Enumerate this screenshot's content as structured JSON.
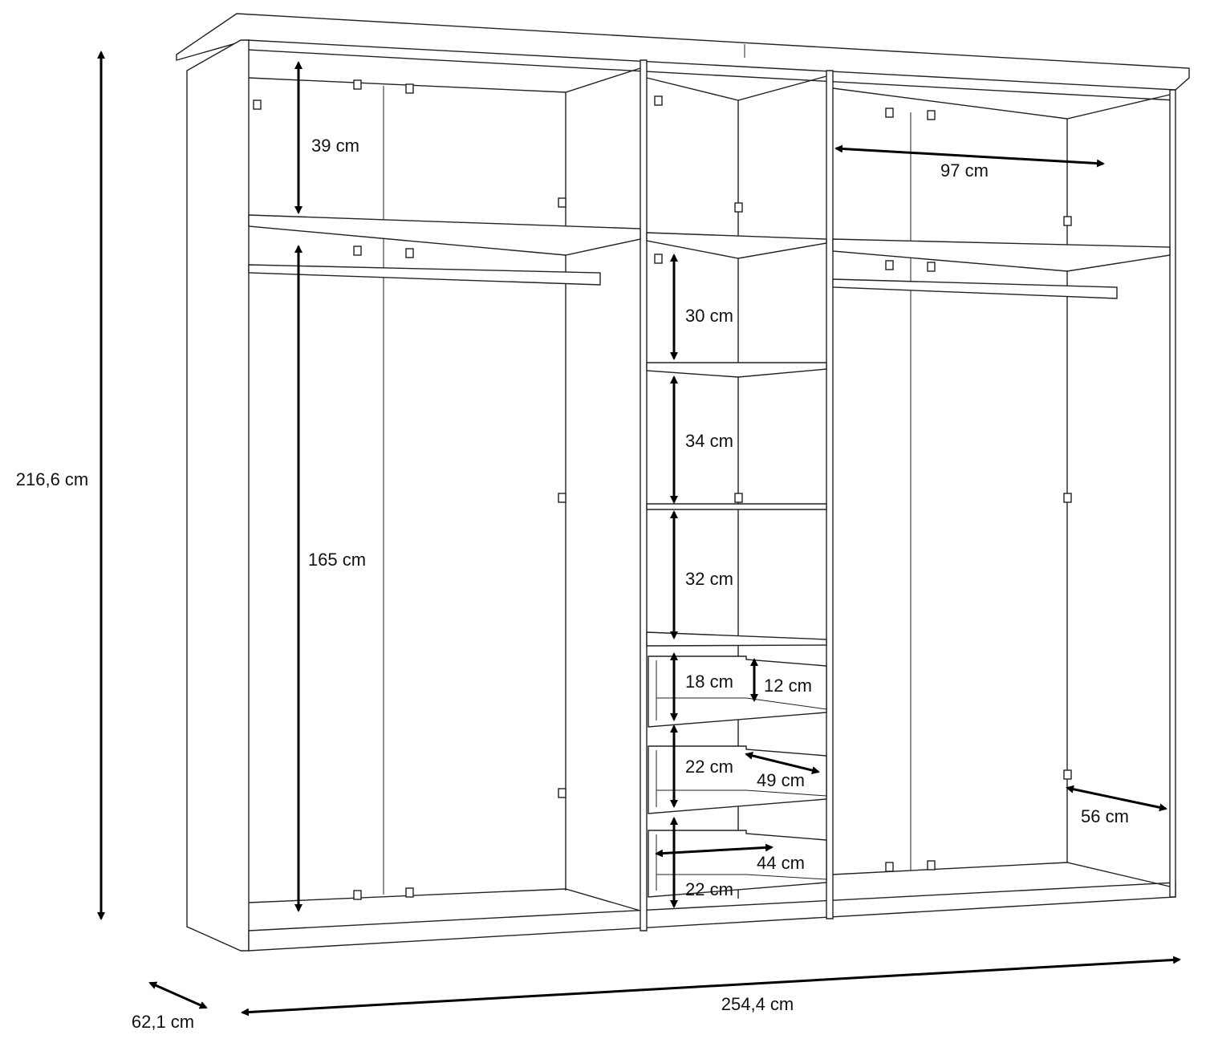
{
  "diagram": {
    "subject": "wardrobe",
    "dimensions": {
      "total_height": "216,6 cm",
      "total_width": "254,4 cm",
      "total_depth": "62,1 cm",
      "left_top_compartment_height": "39 cm",
      "left_hanging_height": "165 cm",
      "right_compartment_width": "97 cm",
      "right_depth": "56 cm",
      "middle_shelf_1": "30 cm",
      "middle_shelf_2": "34 cm",
      "middle_shelf_3": "32 cm",
      "drawer_1_front": "18 cm",
      "drawer_1_inner": "12 cm",
      "drawer_2_front": "22 cm",
      "drawer_2_depth": "49 cm",
      "drawer_3_width": "44 cm",
      "drawer_3_front": "22 cm"
    }
  }
}
